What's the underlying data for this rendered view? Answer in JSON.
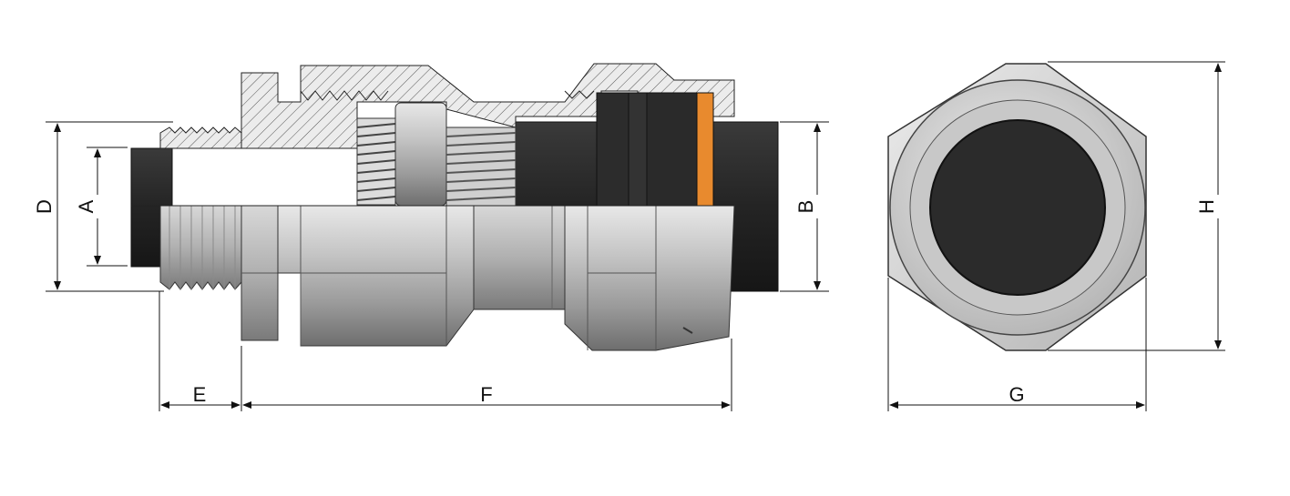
{
  "labels": {
    "A": "A",
    "B": "B",
    "D": "D",
    "E": "E",
    "F": "F",
    "G": "G",
    "H": "H"
  },
  "colors": {
    "cable": "#2a2a2a",
    "metal_light": "#d6d6d6",
    "metal_mid": "#a8a8a8",
    "metal_dark": "#7a7a7a",
    "section_fill": "#e4e4e4",
    "seal_orange": "#e88a2e",
    "line": "#1a1a1a"
  }
}
